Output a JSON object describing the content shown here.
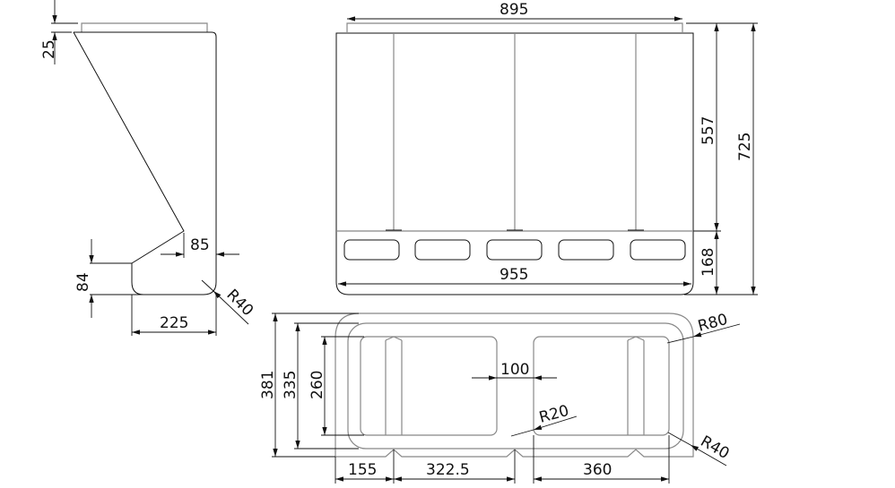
{
  "side_view": {
    "dim_top_offset": "25",
    "dim_step_depth": "85",
    "dim_toe_height": "84",
    "dim_base_depth": "225",
    "radius_toe": "R40"
  },
  "front_view": {
    "dim_top_width": "895",
    "dim_upper_height": "557",
    "dim_total_height": "725",
    "dim_plinth_height": "168",
    "dim_base_width": "955",
    "slot_count": 5
  },
  "top_view": {
    "dim_outer_depth": "381",
    "dim_inner_depth": "335",
    "dim_basin_depth": "260",
    "dim_gap": "100",
    "dim_left_margin": "155",
    "dim_center_span": "322.5",
    "dim_basin_width": "360",
    "radius_outer": "R80",
    "radius_basin": "R20",
    "radius_corner": "R40"
  }
}
